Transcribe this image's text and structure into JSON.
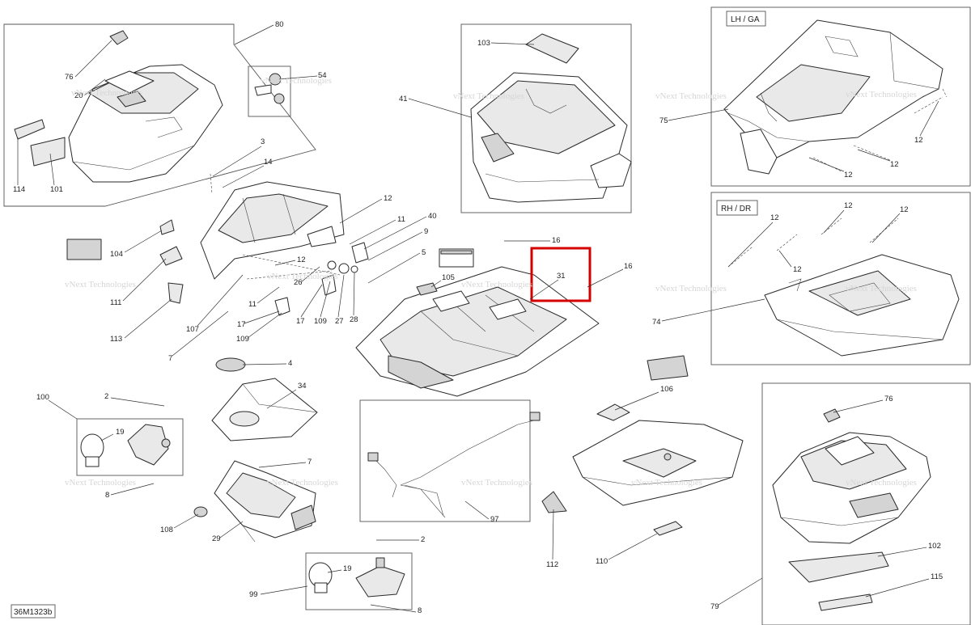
{
  "diagram": {
    "drawing_code": "36M1323b",
    "panel_labels": [
      "LH / GA",
      "RH / DR"
    ],
    "watermark": "vNext Technologies",
    "highlight_color": "#d40000",
    "highlighted_part": "31",
    "callouts": [
      "80",
      "76",
      "20",
      "114",
      "101",
      "54",
      "3",
      "14",
      "12",
      "11",
      "40",
      "9",
      "5",
      "41",
      "103",
      "75",
      "12",
      "12",
      "12",
      "12",
      "12",
      "12",
      "12",
      "74",
      "16",
      "16",
      "31",
      "105",
      "104",
      "111",
      "113",
      "107",
      "7",
      "12",
      "26",
      "11",
      "17",
      "109",
      "27",
      "28",
      "17",
      "109",
      "7",
      "4",
      "34",
      "100",
      "2",
      "19",
      "8",
      "108",
      "29",
      "7",
      "106",
      "110",
      "112",
      "97",
      "2",
      "19",
      "99",
      "8",
      "76",
      "102",
      "115",
      "79"
    ]
  }
}
